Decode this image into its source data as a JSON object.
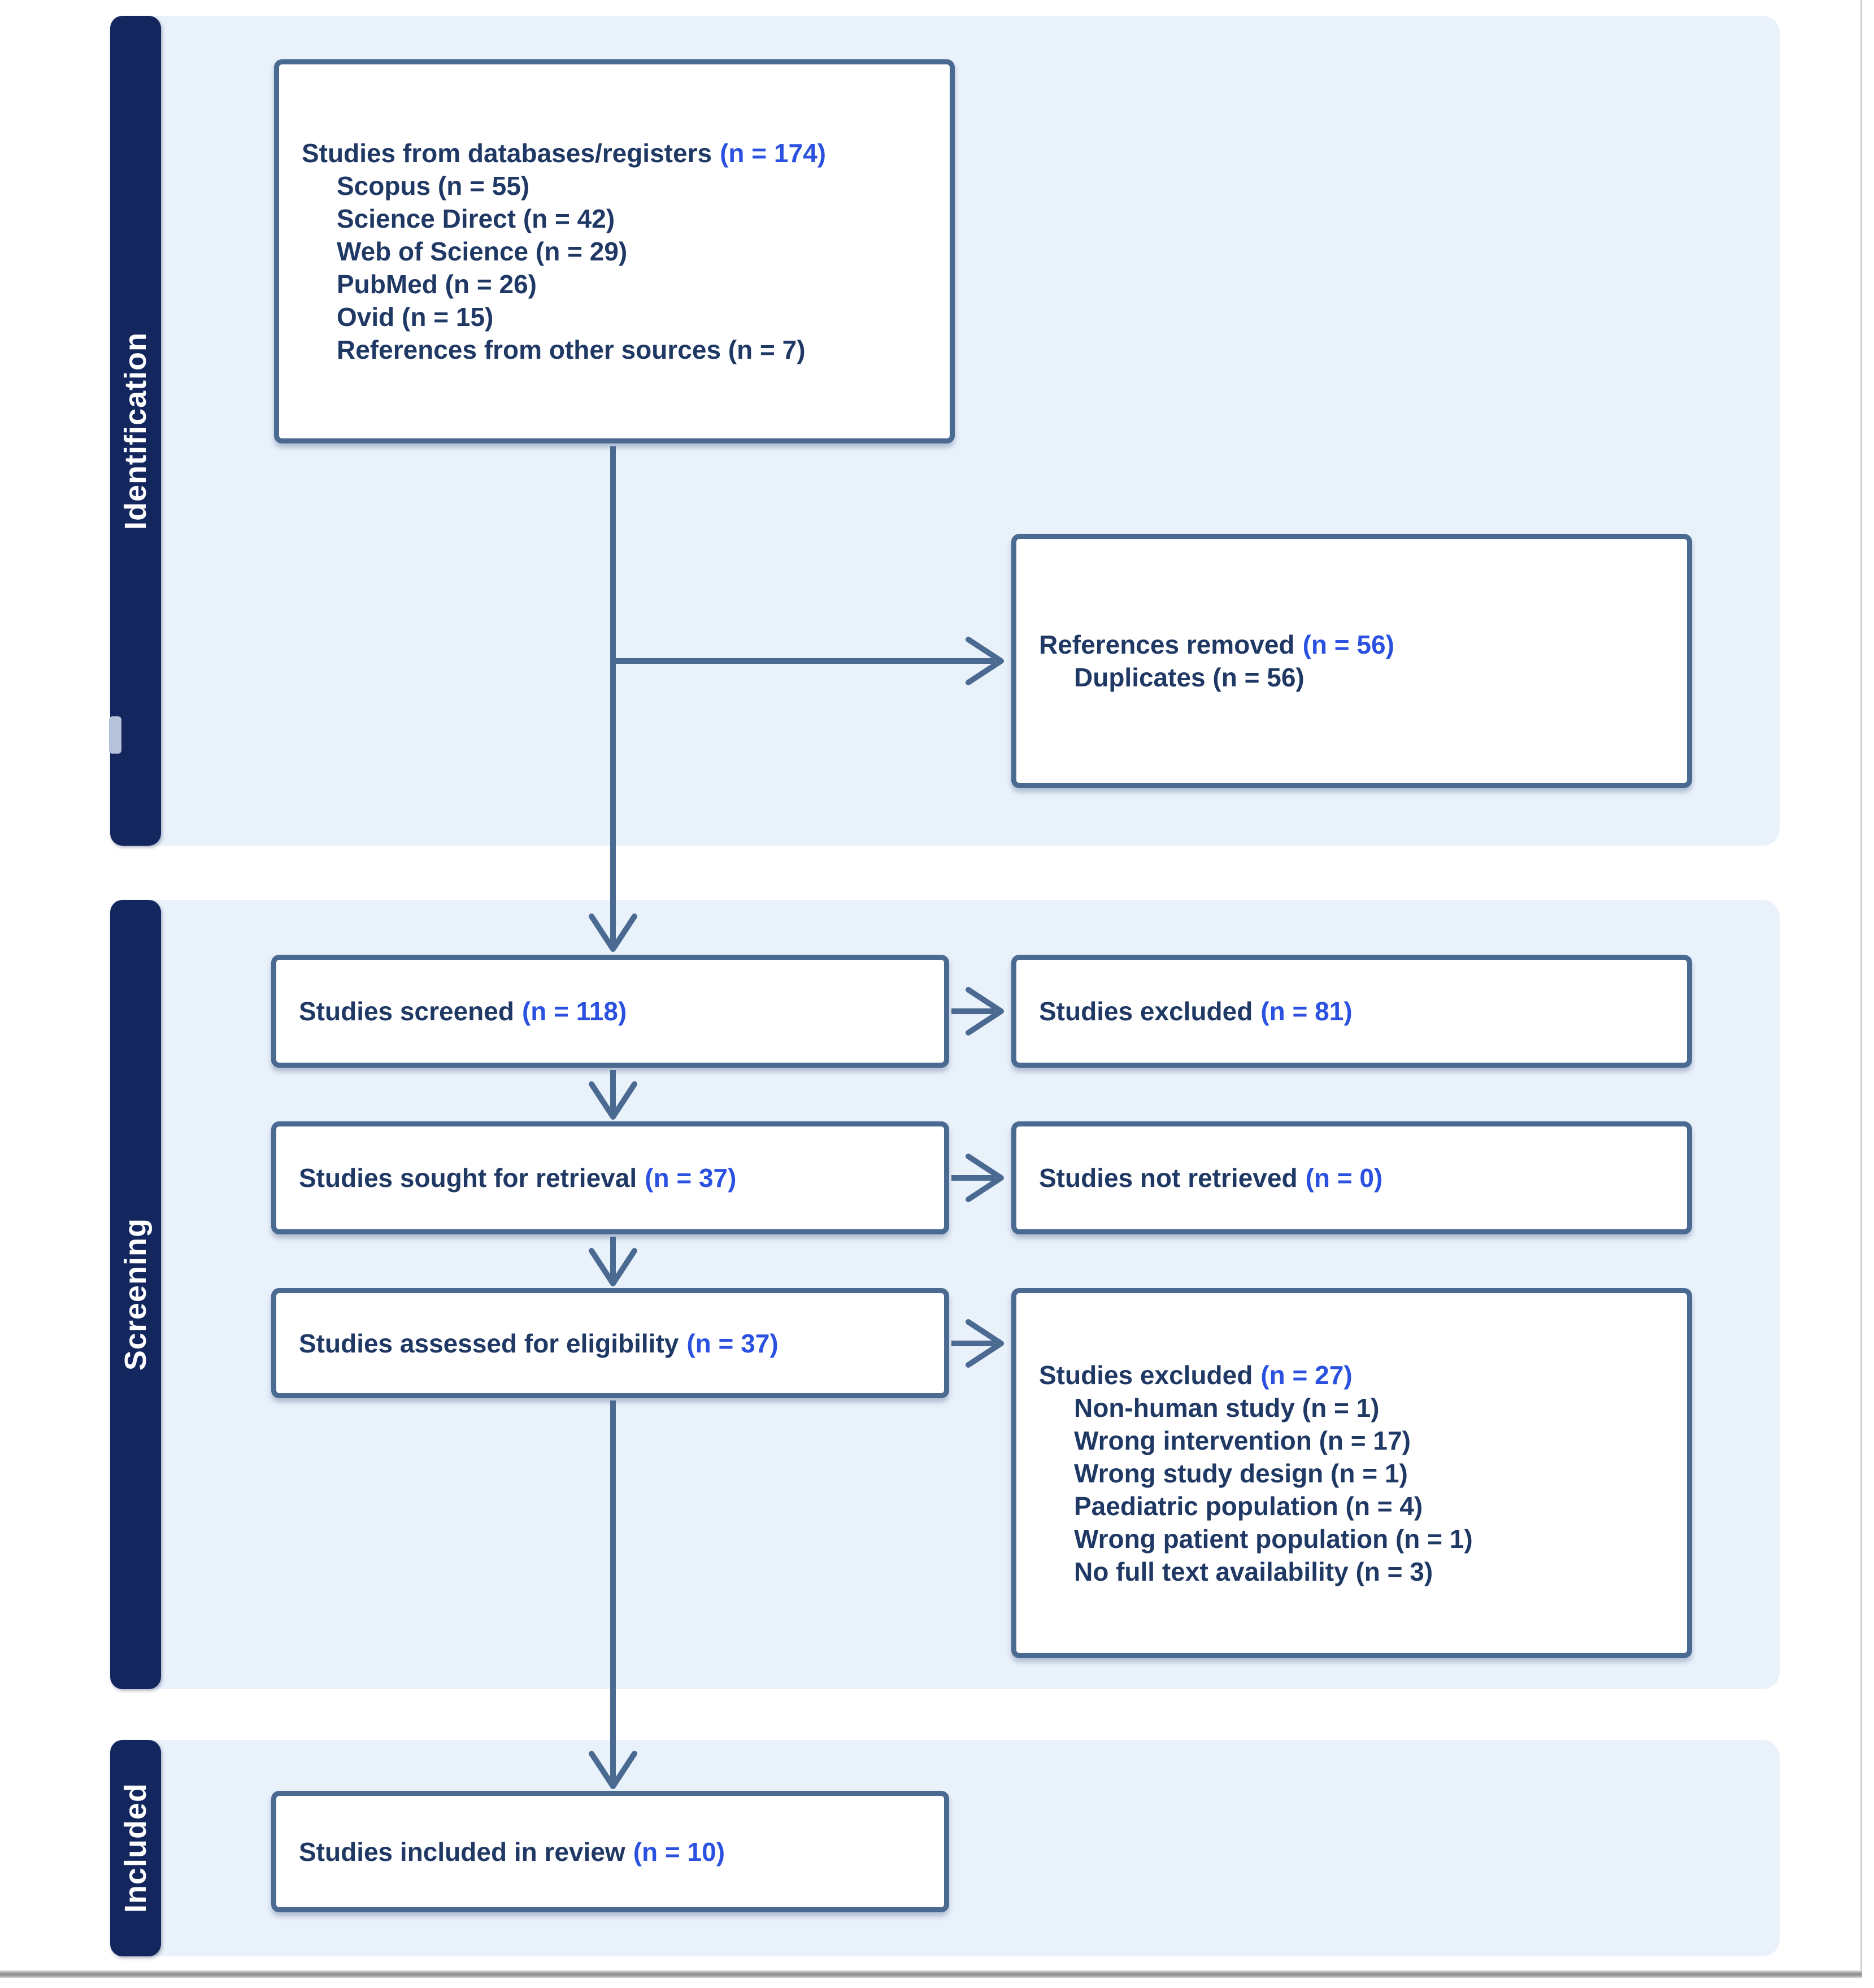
{
  "diagram": {
    "type": "prisma-flow",
    "sections": [
      {
        "label": "Identification"
      },
      {
        "label": "Screening"
      },
      {
        "label": "Included"
      }
    ],
    "boxes": {
      "databases": {
        "title": "Studies from databases/registers",
        "count": "(n = 174)",
        "items": [
          "Scopus (n = 55)",
          "Science Direct (n = 42)",
          "Web of Science (n = 29)",
          "PubMed (n = 26)",
          "Ovid (n = 15)",
          "References from other sources (n = 7)"
        ]
      },
      "removed": {
        "title": "References removed",
        "count": "(n = 56)",
        "items": [
          "Duplicates (n = 56)"
        ]
      },
      "screened": {
        "title": "Studies screened",
        "count": "(n = 118)"
      },
      "excluded_screening": {
        "title": "Studies excluded",
        "count": "(n = 81)"
      },
      "sought": {
        "title": "Studies sought for retrieval",
        "count": "(n = 37)"
      },
      "not_retrieved": {
        "title": "Studies not retrieved",
        "count": "(n = 0)"
      },
      "assessed": {
        "title": "Studies assessed for eligibility",
        "count": "(n = 37)"
      },
      "excluded_eligibility": {
        "title": "Studies excluded",
        "count": "(n = 27)",
        "items": [
          "Non-human study (n = 1)",
          "Wrong intervention (n = 17)",
          "Wrong study design (n = 1)",
          "Paediatric population (n = 4)",
          "Wrong patient population (n = 1)",
          "No full text availability (n = 3)"
        ]
      },
      "included": {
        "title": "Studies included in review",
        "count": "(n = 10)"
      }
    },
    "colors": {
      "sidebar_navy": "#13265e",
      "panel_light_blue": "#e9f1fb",
      "box_border_slate": "#4b6a92",
      "text_dark_navy": "#1f3864",
      "count_blue": "#2b51e0",
      "divider_gray": "#8f8f8f"
    }
  }
}
